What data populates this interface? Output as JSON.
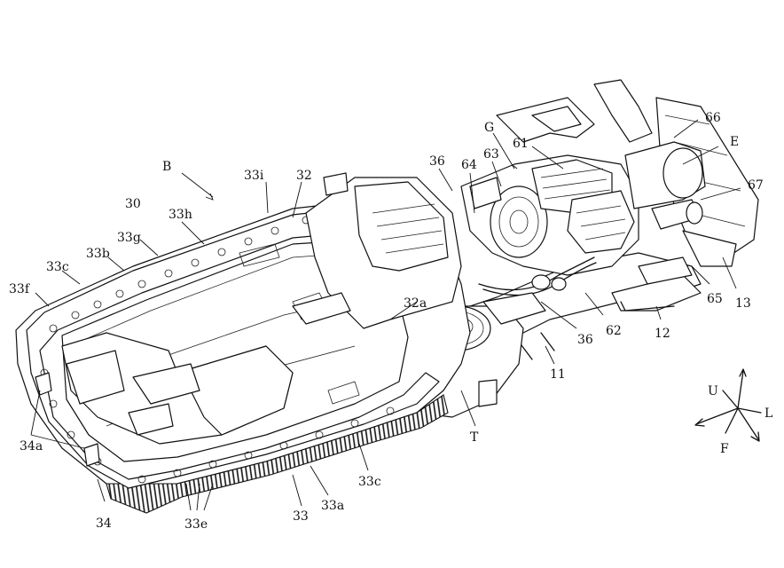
{
  "figure": {
    "labels": [
      {
        "id": "B",
        "text": "B"
      },
      {
        "id": "30",
        "text": "30"
      },
      {
        "id": "33i",
        "text": "33i"
      },
      {
        "id": "32",
        "text": "32"
      },
      {
        "id": "33h",
        "text": "33h"
      },
      {
        "id": "33g",
        "text": "33g"
      },
      {
        "id": "33b",
        "text": "33b"
      },
      {
        "id": "33c_top",
        "text": "33c"
      },
      {
        "id": "33f",
        "text": "33f"
      },
      {
        "id": "36_top",
        "text": "36"
      },
      {
        "id": "64",
        "text": "64"
      },
      {
        "id": "63",
        "text": "63"
      },
      {
        "id": "G",
        "text": "G"
      },
      {
        "id": "61",
        "text": "61"
      },
      {
        "id": "66",
        "text": "66"
      },
      {
        "id": "E",
        "text": "E"
      },
      {
        "id": "67",
        "text": "67"
      },
      {
        "id": "65",
        "text": "65"
      },
      {
        "id": "13",
        "text": "13"
      },
      {
        "id": "12",
        "text": "12"
      },
      {
        "id": "62",
        "text": "62"
      },
      {
        "id": "36_mid",
        "text": "36"
      },
      {
        "id": "32a",
        "text": "32a"
      },
      {
        "id": "11",
        "text": "11"
      },
      {
        "id": "T",
        "text": "T"
      },
      {
        "id": "34a",
        "text": "34a"
      },
      {
        "id": "34",
        "text": "34"
      },
      {
        "id": "33e",
        "text": "33e"
      },
      {
        "id": "33",
        "text": "33"
      },
      {
        "id": "33a",
        "text": "33a"
      },
      {
        "id": "33c_bottom",
        "text": "33c"
      }
    ],
    "direction_axes": {
      "up": "U",
      "left": "L",
      "front": "F"
    }
  }
}
